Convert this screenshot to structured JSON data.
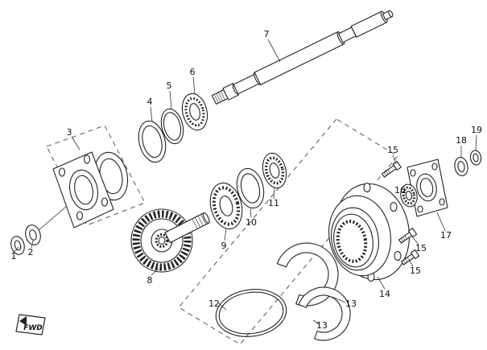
{
  "callouts": {
    "c1": "1",
    "c2": "2",
    "c3": "3",
    "c4": "4",
    "c5": "5",
    "c6": "6",
    "c7": "7",
    "c8": "8",
    "c9": "9",
    "c10": "10",
    "c11": "11",
    "c12": "12",
    "c13a": "13",
    "c13b": "13",
    "c14": "14",
    "c15a": "15",
    "c15b": "15",
    "c15c": "15",
    "c16": "16",
    "c17": "17",
    "c18": "18",
    "c19": "19"
  },
  "badge": {
    "fwd_label": "FWD"
  },
  "colors": {
    "line": "#222222",
    "background": "#ffffff"
  }
}
